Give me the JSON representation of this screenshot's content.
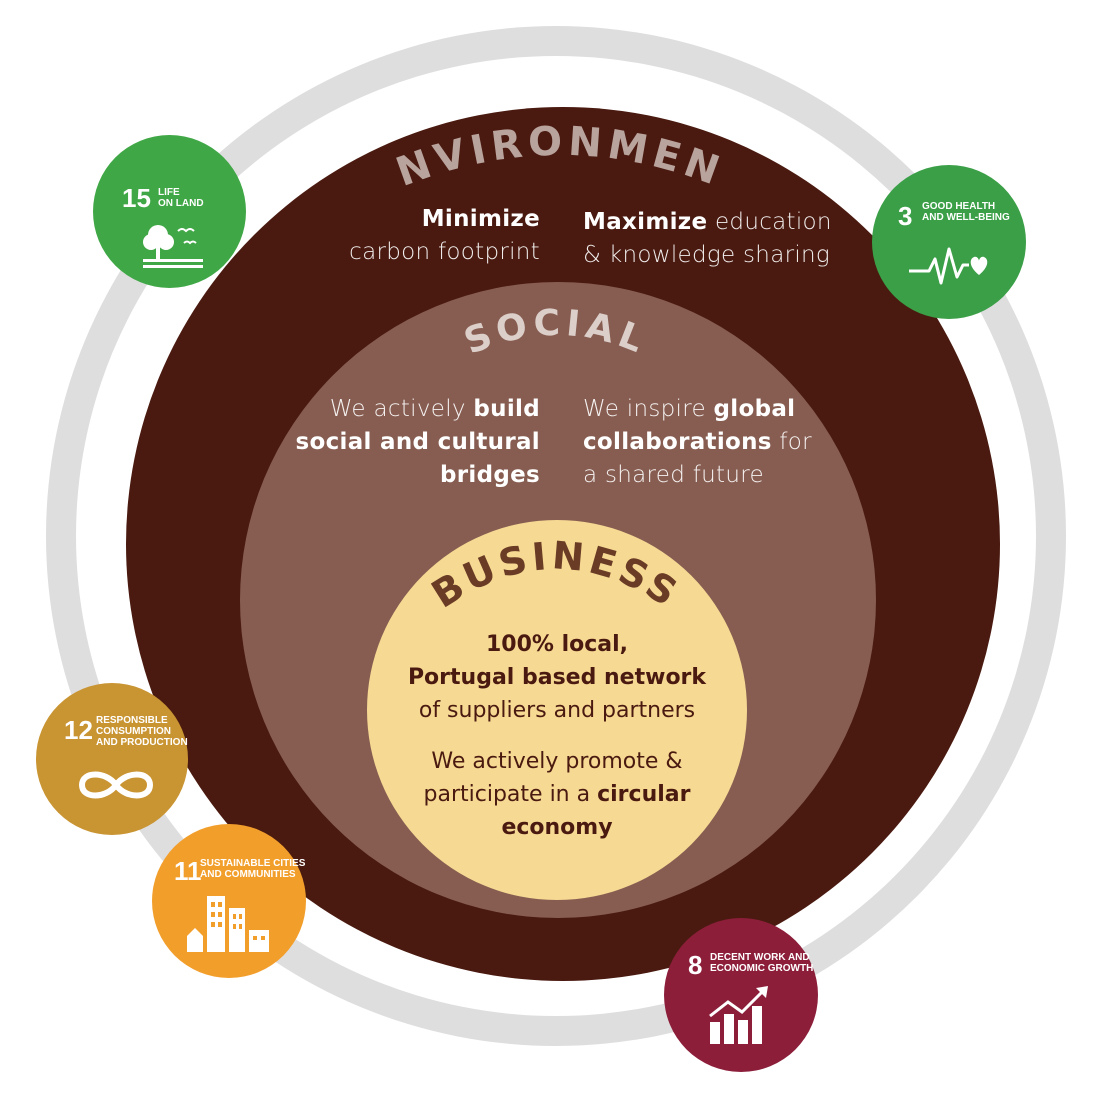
{
  "colors": {
    "ring_outer": "#dededf",
    "environment": "#4a1a10",
    "social": "#875d51",
    "business": "#f6d993",
    "heading_environment": "#b9a39d",
    "heading_social": "#dccfca",
    "heading_business": "#6a3b25",
    "sdg15": "#3fa745",
    "sdg3": "#3a9f47",
    "sdg12": "#c99432",
    "sdg11": "#f29e2b",
    "sdg8": "#8c1e3a"
  },
  "environment": {
    "heading": "ENVIRONMENT",
    "left_bold": "Minimize",
    "left_rest": "carbon footprint",
    "right_bold": "Maximize",
    "right_rest1": " education",
    "right_rest2": "& knowledge sharing"
  },
  "social": {
    "heading": "SOCIAL",
    "left_line1_light": "We actively ",
    "left_line1_bold": "build",
    "left_line2": "social and cultural",
    "left_line3": "bridges",
    "right_line1_light": "We inspire ",
    "right_line1_bold": "global",
    "right_line2_bold": "collaborations",
    "right_line2_light": " for",
    "right_line3": "a shared future"
  },
  "business": {
    "heading": "BUSINESS",
    "line1": "100% local,",
    "line2": "Portugal based network",
    "line3": "of suppliers and partners",
    "line4": "We actively promote &",
    "line5_light": "participate in a ",
    "line5_bold": "circular",
    "line6": "economy"
  },
  "sdgs": [
    {
      "number": "15",
      "label1": "LIFE",
      "label2": "ON LAND",
      "label3": "",
      "icon": "tree-birds-icon"
    },
    {
      "number": "3",
      "label1": "GOOD HEALTH",
      "label2": "AND WELL-BEING",
      "label3": "",
      "icon": "heartbeat-icon"
    },
    {
      "number": "12",
      "label1": "RESPONSIBLE",
      "label2": "CONSUMPTION",
      "label3": "AND PRODUCTION",
      "icon": "infinity-loop-icon"
    },
    {
      "number": "11",
      "label1": "SUSTAINABLE CITIES",
      "label2": "AND COMMUNITIES",
      "label3": "",
      "icon": "buildings-icon"
    },
    {
      "number": "8",
      "label1": "DECENT WORK AND",
      "label2": "ECONOMIC GROWTH",
      "label3": "",
      "icon": "growth-chart-icon"
    }
  ]
}
